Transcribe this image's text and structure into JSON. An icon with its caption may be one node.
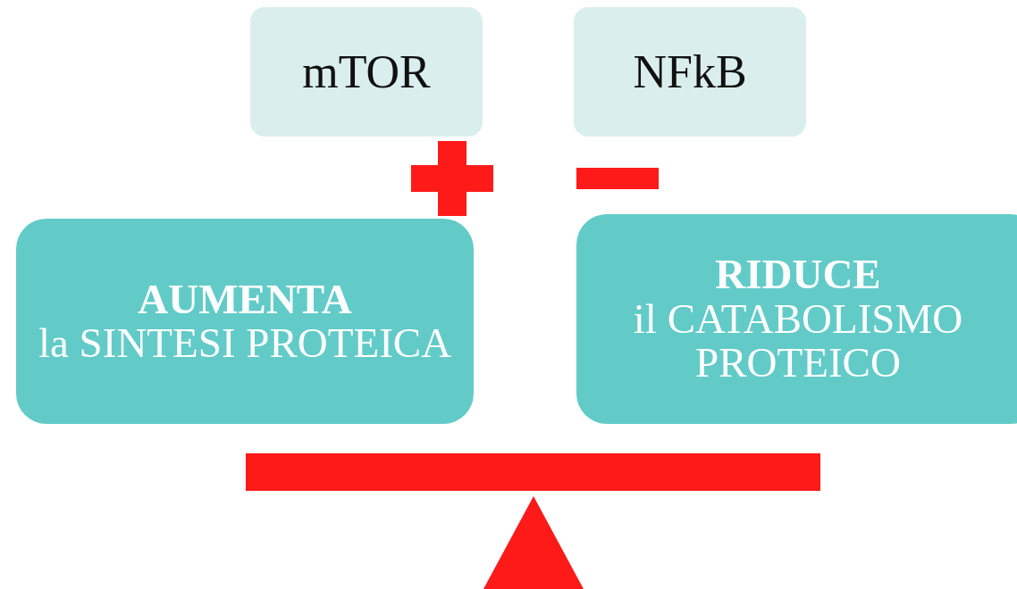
{
  "diagram": {
    "nodes": [
      {
        "text": [
          "mTOR"
        ]
      },
      {
        "text": [
          "NFkB"
        ]
      },
      {
        "text": [
          "AUMENTA",
          "la SINTESI PROTEICA"
        ]
      },
      {
        "text": [
          "RIDUCE",
          "il CATABOLISMO PROTEICO"
        ]
      }
    ]
  }
}
